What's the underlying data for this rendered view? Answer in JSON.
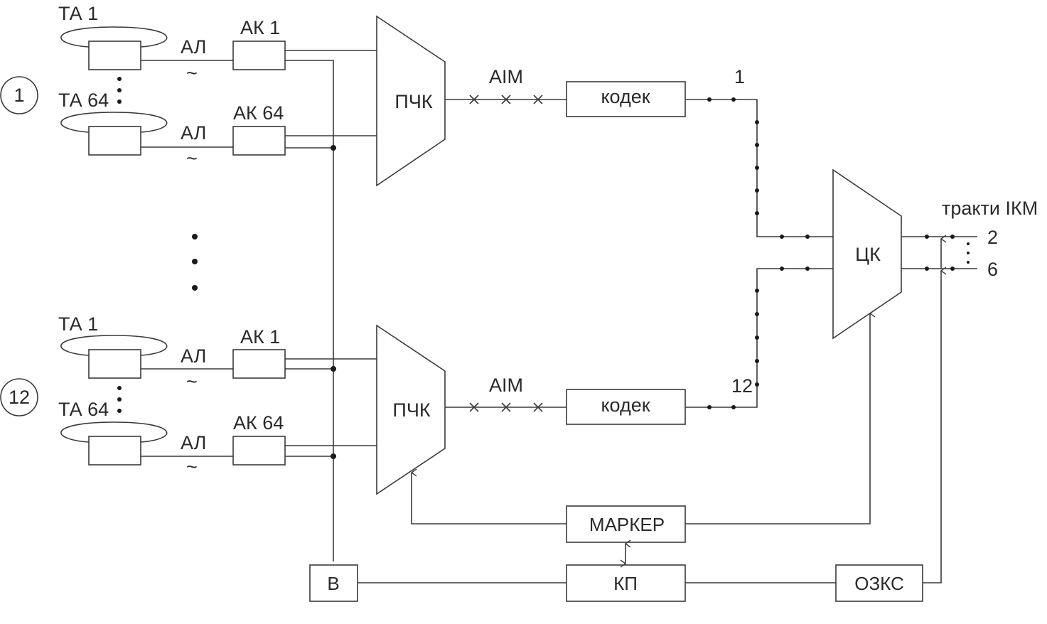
{
  "groups": [
    {
      "number": "1",
      "sets": [
        {
          "ta": "ТА 1",
          "line": "АЛ",
          "tilde": "~",
          "ak": "АК 1"
        },
        {
          "ta": "ТА 64",
          "line": "АЛ",
          "tilde": "~",
          "ak": "АК 64"
        }
      ],
      "pchk": "ПЧК",
      "aim": "AIM",
      "codec": "кодек",
      "port": "1"
    },
    {
      "number": "12",
      "sets": [
        {
          "ta": "ТА 1",
          "line": "АЛ",
          "tilde": "~",
          "ak": "АК 1"
        },
        {
          "ta": "ТА 64",
          "line": "АЛ",
          "tilde": "~",
          "ak": "АК 64"
        }
      ],
      "pchk": "ПЧК",
      "aim": "AIM",
      "codec": "кодек",
      "port": "12"
    }
  ],
  "ck": "ЦК",
  "trunks": {
    "label": "тракти ІКМ",
    "first": "2",
    "last": "6"
  },
  "marker": "МАРКЕР",
  "kp": "КП",
  "v": "В",
  "ozks": "ОЗКС"
}
